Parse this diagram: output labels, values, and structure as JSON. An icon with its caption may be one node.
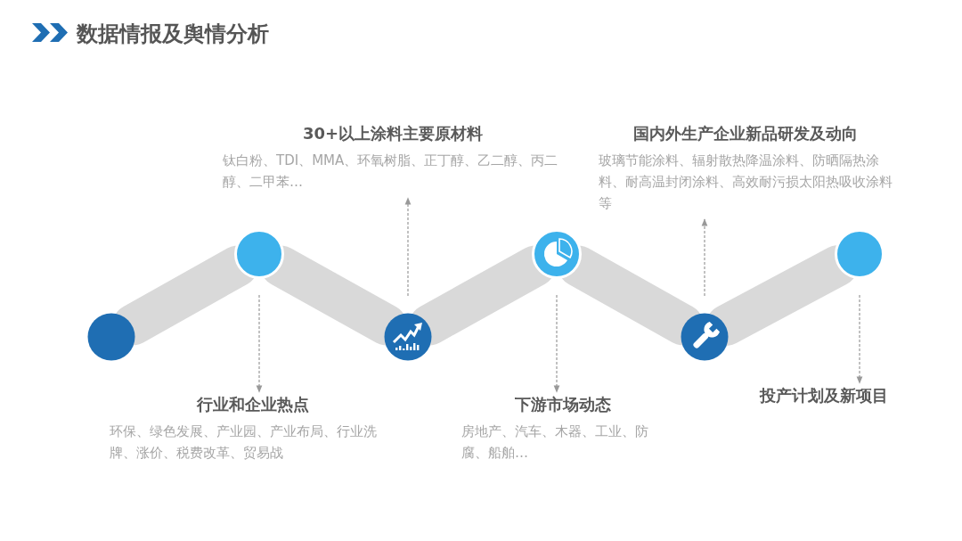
{
  "diagram": {
    "title": "数据情报及舆情分析",
    "nodes": [
      {
        "text": [],
        "shape": "circle"
      },
      {
        "text": [],
        "shape": "circle"
      },
      {
        "text": [],
        "shape": "circle"
      },
      {
        "text": [],
        "shape": "circle"
      },
      {
        "text": [],
        "shape": "circle"
      },
      {
        "text": [],
        "shape": "circle"
      },
      {
        "text": [
          "30+以上涂料主要原材料",
          "钛白粉、TDI、MMA、环氧树脂、正丁醇、乙二醇、丙二醇、二甲苯…"
        ]
      },
      {
        "text": [
          "国内外生产企业新品研发及动向",
          "玻璃节能涂料、辐射散热降温涂料、防晒隔热涂料、耐高温封闭涂料、高效耐污损太阳热吸收涂料等"
        ]
      },
      {
        "text": [
          "行业和企业热点",
          "环保、绿色发展、产业园、产业布局、行业洗牌、涨价、税费改革、贸易战"
        ]
      },
      {
        "text": [
          "下游市场动态",
          "房地产、汽车、木器、工业、防腐、船舶…"
        ]
      },
      {
        "text": [
          "投产计划及新项目"
        ]
      }
    ],
    "edges": [
      {
        "from": 0,
        "to": 1,
        "arrow": "none",
        "style": "thick"
      },
      {
        "from": 1,
        "to": 2,
        "arrow": "none",
        "style": "thick"
      },
      {
        "from": 2,
        "to": 3,
        "arrow": "none",
        "style": "thick"
      },
      {
        "from": 3,
        "to": 4,
        "arrow": "none",
        "style": "thick"
      },
      {
        "from": 4,
        "to": 5,
        "arrow": "none",
        "style": "thick"
      },
      {
        "from": 1,
        "to": 8,
        "arrow": "to",
        "style": "dashed"
      },
      {
        "from": 2,
        "to": 6,
        "arrow": "to",
        "style": "dashed"
      },
      {
        "from": 3,
        "to": 9,
        "arrow": "to",
        "style": "dashed"
      },
      {
        "from": 4,
        "to": 7,
        "arrow": "to",
        "style": "dashed"
      },
      {
        "from": 5,
        "to": 10,
        "arrow": "to",
        "style": "dashed"
      }
    ]
  }
}
